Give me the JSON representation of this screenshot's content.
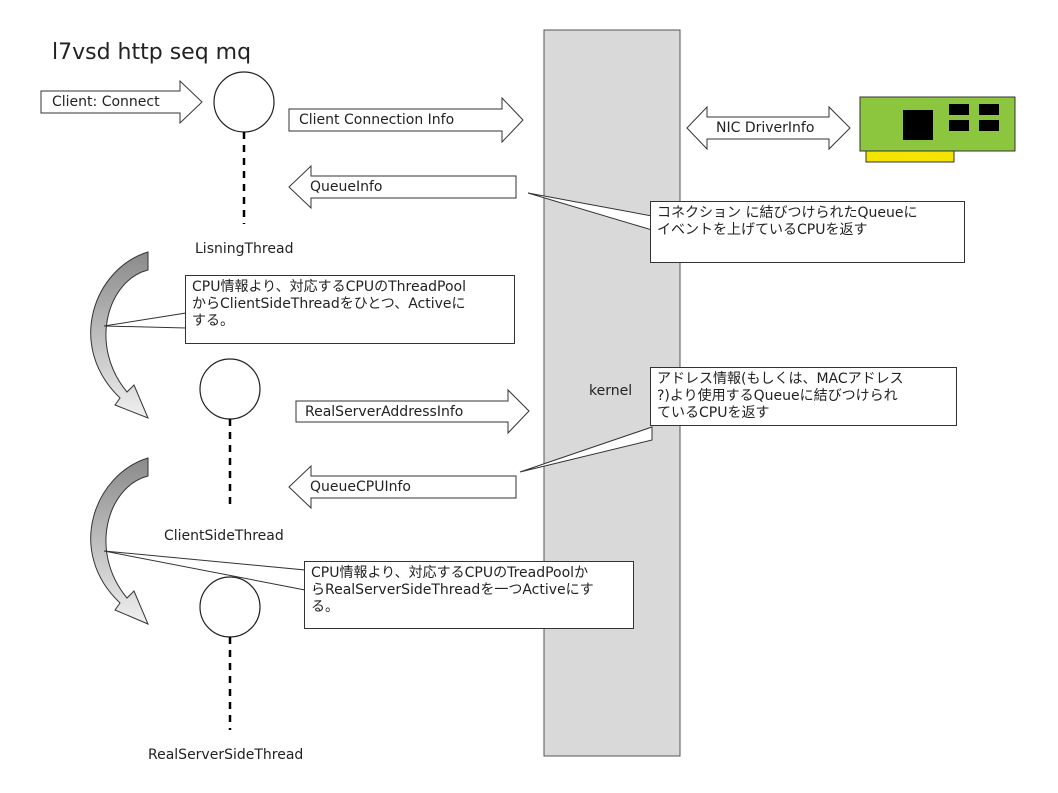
{
  "title": "l7vsd http seq mq",
  "arrows": {
    "client_connect": "Client: Connect",
    "client_connection_info": "Client Connection Info",
    "nic_driver_info": "NIC DriverInfo",
    "queue_info": "QueueInfo",
    "real_server_address_info": "RealServerAddressInfo",
    "queue_cpu_info": "QueueCPUInfo"
  },
  "threads": {
    "listening": "LisningThread",
    "client_side": "ClientSideThread",
    "real_server_side": "RealServerSideThread"
  },
  "kernel_label": "kernel",
  "notes": {
    "queue_event_cpu": "コネクション に結びつけられたQueueに\nイベントを上げているCPUを返す",
    "activate_client_side": "CPU情報より、対応するCPUのThreadPool\nからClientSideThreadをひとつ、Activeに\nする。",
    "address_info_cpu": "アドレス情報(もしくは、MACアドレス\n?)より使用するQueueに結びつけられ\nているCPUを返す",
    "activate_real_server_side": "CPU情報より、対応するCPUのTreadPoolか\nらRealServerSideThreadを一つActiveにす\nる。"
  },
  "colors": {
    "kernel_fill": "#d9d9d9",
    "nic_board": "#8cc63f",
    "nic_connector": "#f5e400",
    "curve_arrow_dark": "#8a8a8a",
    "curve_arrow_light": "#eeeeee"
  },
  "icons": [
    "nic-card-icon"
  ]
}
